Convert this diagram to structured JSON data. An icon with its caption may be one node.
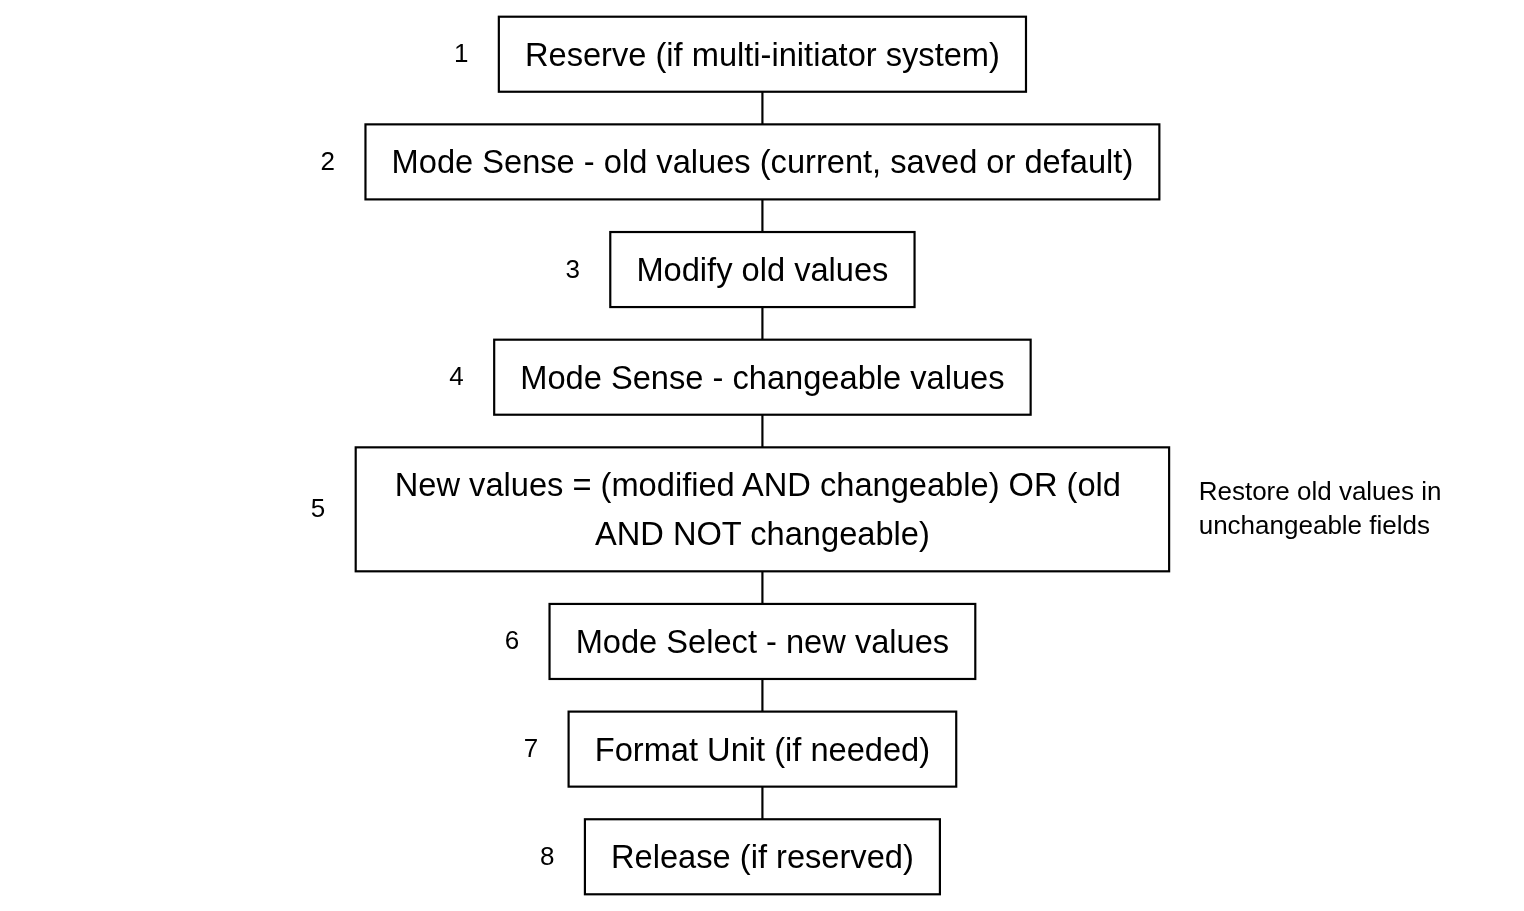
{
  "diagram": {
    "nodes": [
      {
        "text": [
          "Reserve (if multi-initiator system)"
        ],
        "beside": [
          "1"
        ]
      },
      {
        "text": [
          "Mode Sense - old values (current, saved or default)"
        ],
        "beside": [
          "2"
        ]
      },
      {
        "text": [
          "Modify old values"
        ],
        "beside": [
          "3"
        ]
      },
      {
        "text": [
          "Mode Sense - changeable values"
        ],
        "beside": [
          "4"
        ]
      },
      {
        "text": [
          "New values = (modified AND changeable) OR (old AND NOT changeable)"
        ],
        "beside": [
          "5",
          "Restore old values in unchangeable fields"
        ]
      },
      {
        "text": [
          "Mode Select - new values"
        ],
        "beside": [
          "6"
        ]
      },
      {
        "text": [
          "Format Unit (if needed)"
        ],
        "beside": [
          "7"
        ]
      },
      {
        "text": [
          "Release (if reserved)"
        ],
        "beside": [
          "8"
        ]
      }
    ],
    "edges": [
      {
        "from": 0,
        "to": 1,
        "arrow": "none"
      },
      {
        "from": 1,
        "to": 2,
        "arrow": "none"
      },
      {
        "from": 2,
        "to": 3,
        "arrow": "none"
      },
      {
        "from": 3,
        "to": 4,
        "arrow": "none"
      },
      {
        "from": 4,
        "to": 5,
        "arrow": "none"
      },
      {
        "from": 5,
        "to": 6,
        "arrow": "none"
      },
      {
        "from": 6,
        "to": 7,
        "arrow": "none"
      }
    ]
  }
}
